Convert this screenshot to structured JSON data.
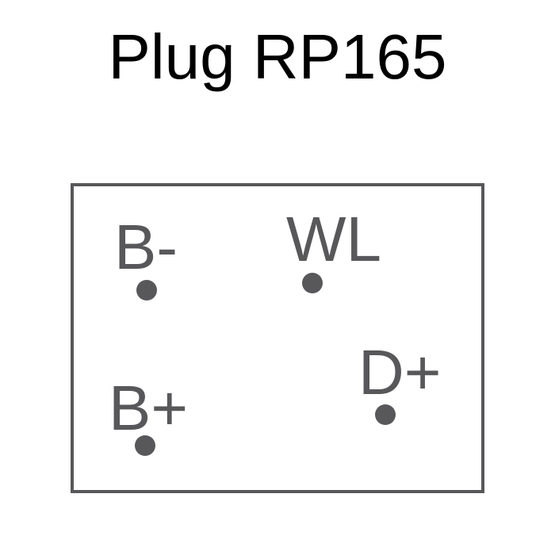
{
  "title": "Plug RP165",
  "colors": {
    "outline": "#58585a",
    "title_text": "#000000",
    "background": "#ffffff"
  },
  "pins": [
    {
      "label": "B-"
    },
    {
      "label": "WL"
    },
    {
      "label": "D+"
    },
    {
      "label": "B+"
    }
  ]
}
